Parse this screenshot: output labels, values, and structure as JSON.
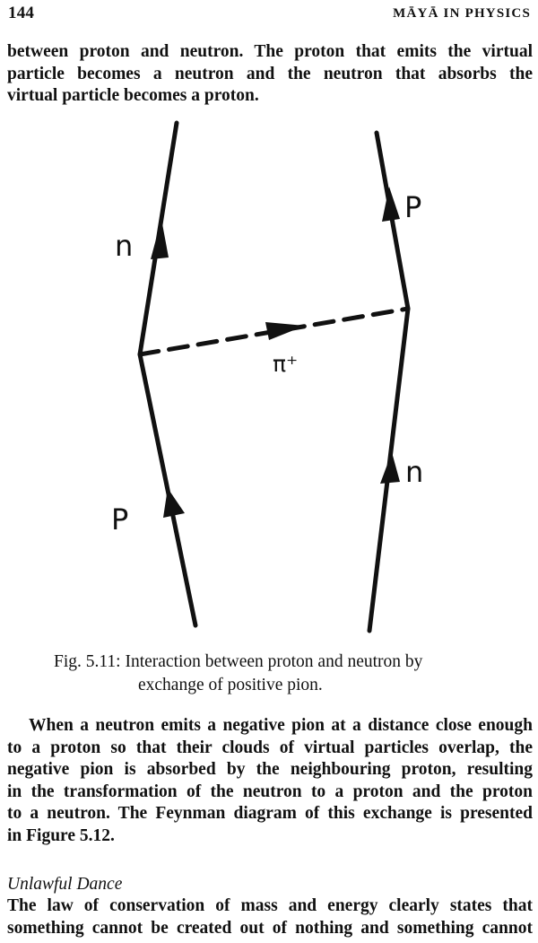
{
  "header": {
    "page_number": "144",
    "running_head": "MĀYĀ IN PHYSICS"
  },
  "intro_paragraph": {
    "lines": [
      "between proton and neutron. The proton that emits the virtual",
      "particle becomes a neutron and the neutron that absorbs the",
      "virtual particle becomes a proton."
    ]
  },
  "figure": {
    "labels": {
      "left_top": "n",
      "left_bottom": "P",
      "right_top": "P",
      "right_bottom": "n",
      "exchange": "π⁺"
    },
    "caption_line1": "Fig. 5.11: Interaction between proton and neutron by",
    "caption_line2": "exchange of positive pion."
  },
  "body_paragraph": {
    "lines": [
      "When a neutron emits a negative pion at a distance close enough",
      "to a proton so that their clouds of virtual particles overlap, the",
      "negative pion is absorbed by the neighbouring proton, resulting",
      "in the transformation of the neutron to a proton and the proton",
      "to a neutron. The Feynman diagram of this exchange is presented",
      "in Figure 5.12."
    ]
  },
  "section": {
    "heading": "Unlawful Dance",
    "lines": [
      "The law of conservation of mass and energy clearly states that",
      "something cannot be created out of nothing and something cannot"
    ]
  }
}
